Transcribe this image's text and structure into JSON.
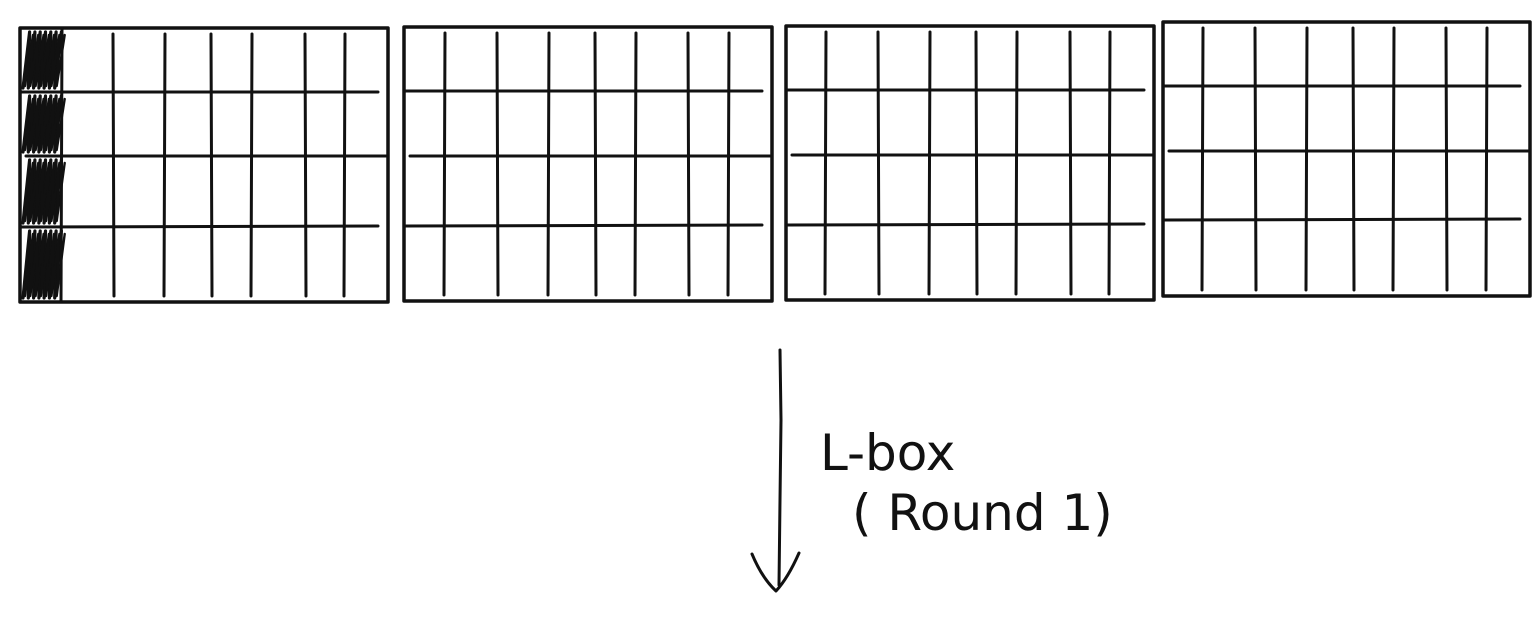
{
  "diagram": {
    "ink_color": "#111111",
    "background": "#ffffff",
    "panels": [
      {
        "name": "state-block-1",
        "rows": 4,
        "columns": 8,
        "shaded_column": 0
      },
      {
        "name": "state-block-2",
        "rows": 4,
        "columns": 8,
        "shaded_column": null
      },
      {
        "name": "state-block-3",
        "rows": 4,
        "columns": 8,
        "shaded_column": null
      },
      {
        "name": "state-block-4",
        "rows": 4,
        "columns": 8,
        "shaded_column": null
      }
    ],
    "arrow": {
      "direction": "down"
    },
    "label": {
      "line1": "L-box",
      "line2": "( Round 1)"
    }
  }
}
